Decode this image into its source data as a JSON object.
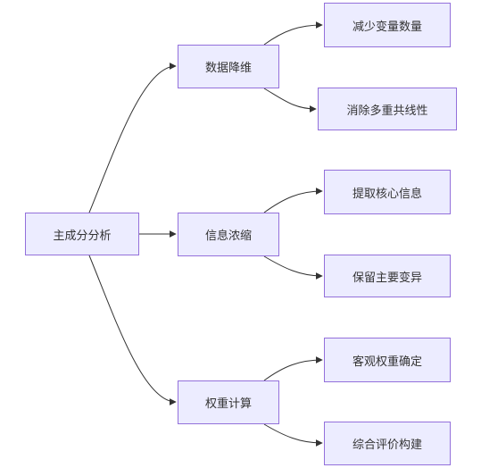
{
  "diagram": {
    "root": {
      "label": "主成分分析"
    },
    "branches": [
      {
        "label": "数据降维",
        "children": [
          "减少变量数量",
          "消除多重共线性"
        ]
      },
      {
        "label": "信息浓缩",
        "children": [
          "提取核心信息",
          "保留主要变异"
        ]
      },
      {
        "label": "权重计算",
        "children": [
          "客观权重确定",
          "综合评价构建"
        ]
      }
    ],
    "colors": {
      "node_fill": "#ececff",
      "node_border": "#9370db",
      "edge": "#333333",
      "text": "#333333",
      "background": "#ffffff"
    }
  }
}
